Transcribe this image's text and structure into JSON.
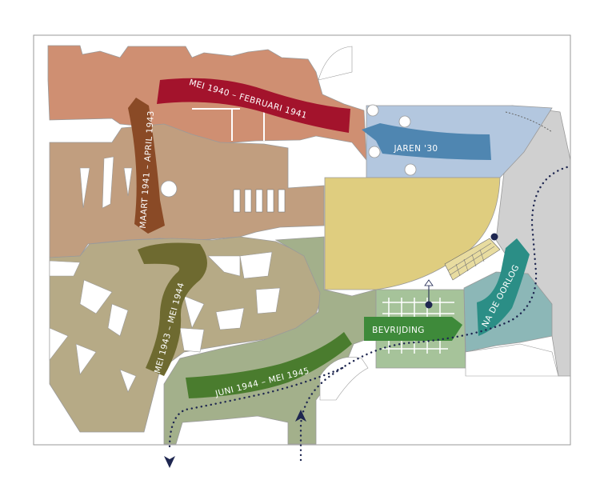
{
  "map": {
    "colors": {
      "background": "#ffffff",
      "outline": "#9a9a9a",
      "zone_1940": "#cf8f72",
      "zone_1941": "#c19e7f",
      "zone_1943": "#b6aa86",
      "zone_1944": "#a3b08b",
      "zone_30s": "#b3c7df",
      "zone_postwar": "#8cb7b7",
      "zone_liberation": "#a6c39a",
      "grey_area": "#d0d0d0",
      "central_hall": "#dfcd7f",
      "route": "#1e2650"
    },
    "labels": {
      "mei_1940": "MEI 1940 – FEBRUARI 1941",
      "maart_1941": "MAART 1941 – APRIL 1943",
      "mei_1943": "MEI 1943 – MEI 1944",
      "juni_1944": "JUNI 1944 – MEI 1945",
      "jaren_30": "JAREN '30",
      "bevrijding": "BEVRIJDING",
      "na_de_oorlog": "NA DE OORLOG"
    },
    "banner_colors": {
      "mei_1940": "#a3132c",
      "maart_1941": "#8a4a26",
      "mei_1943": "#6e6a30",
      "juni_1944": "#4a7c2e",
      "jaren_30": "#4f86b1",
      "bevrijding": "#3e8a3a",
      "na_de_oorlog": "#2b8e86"
    }
  }
}
